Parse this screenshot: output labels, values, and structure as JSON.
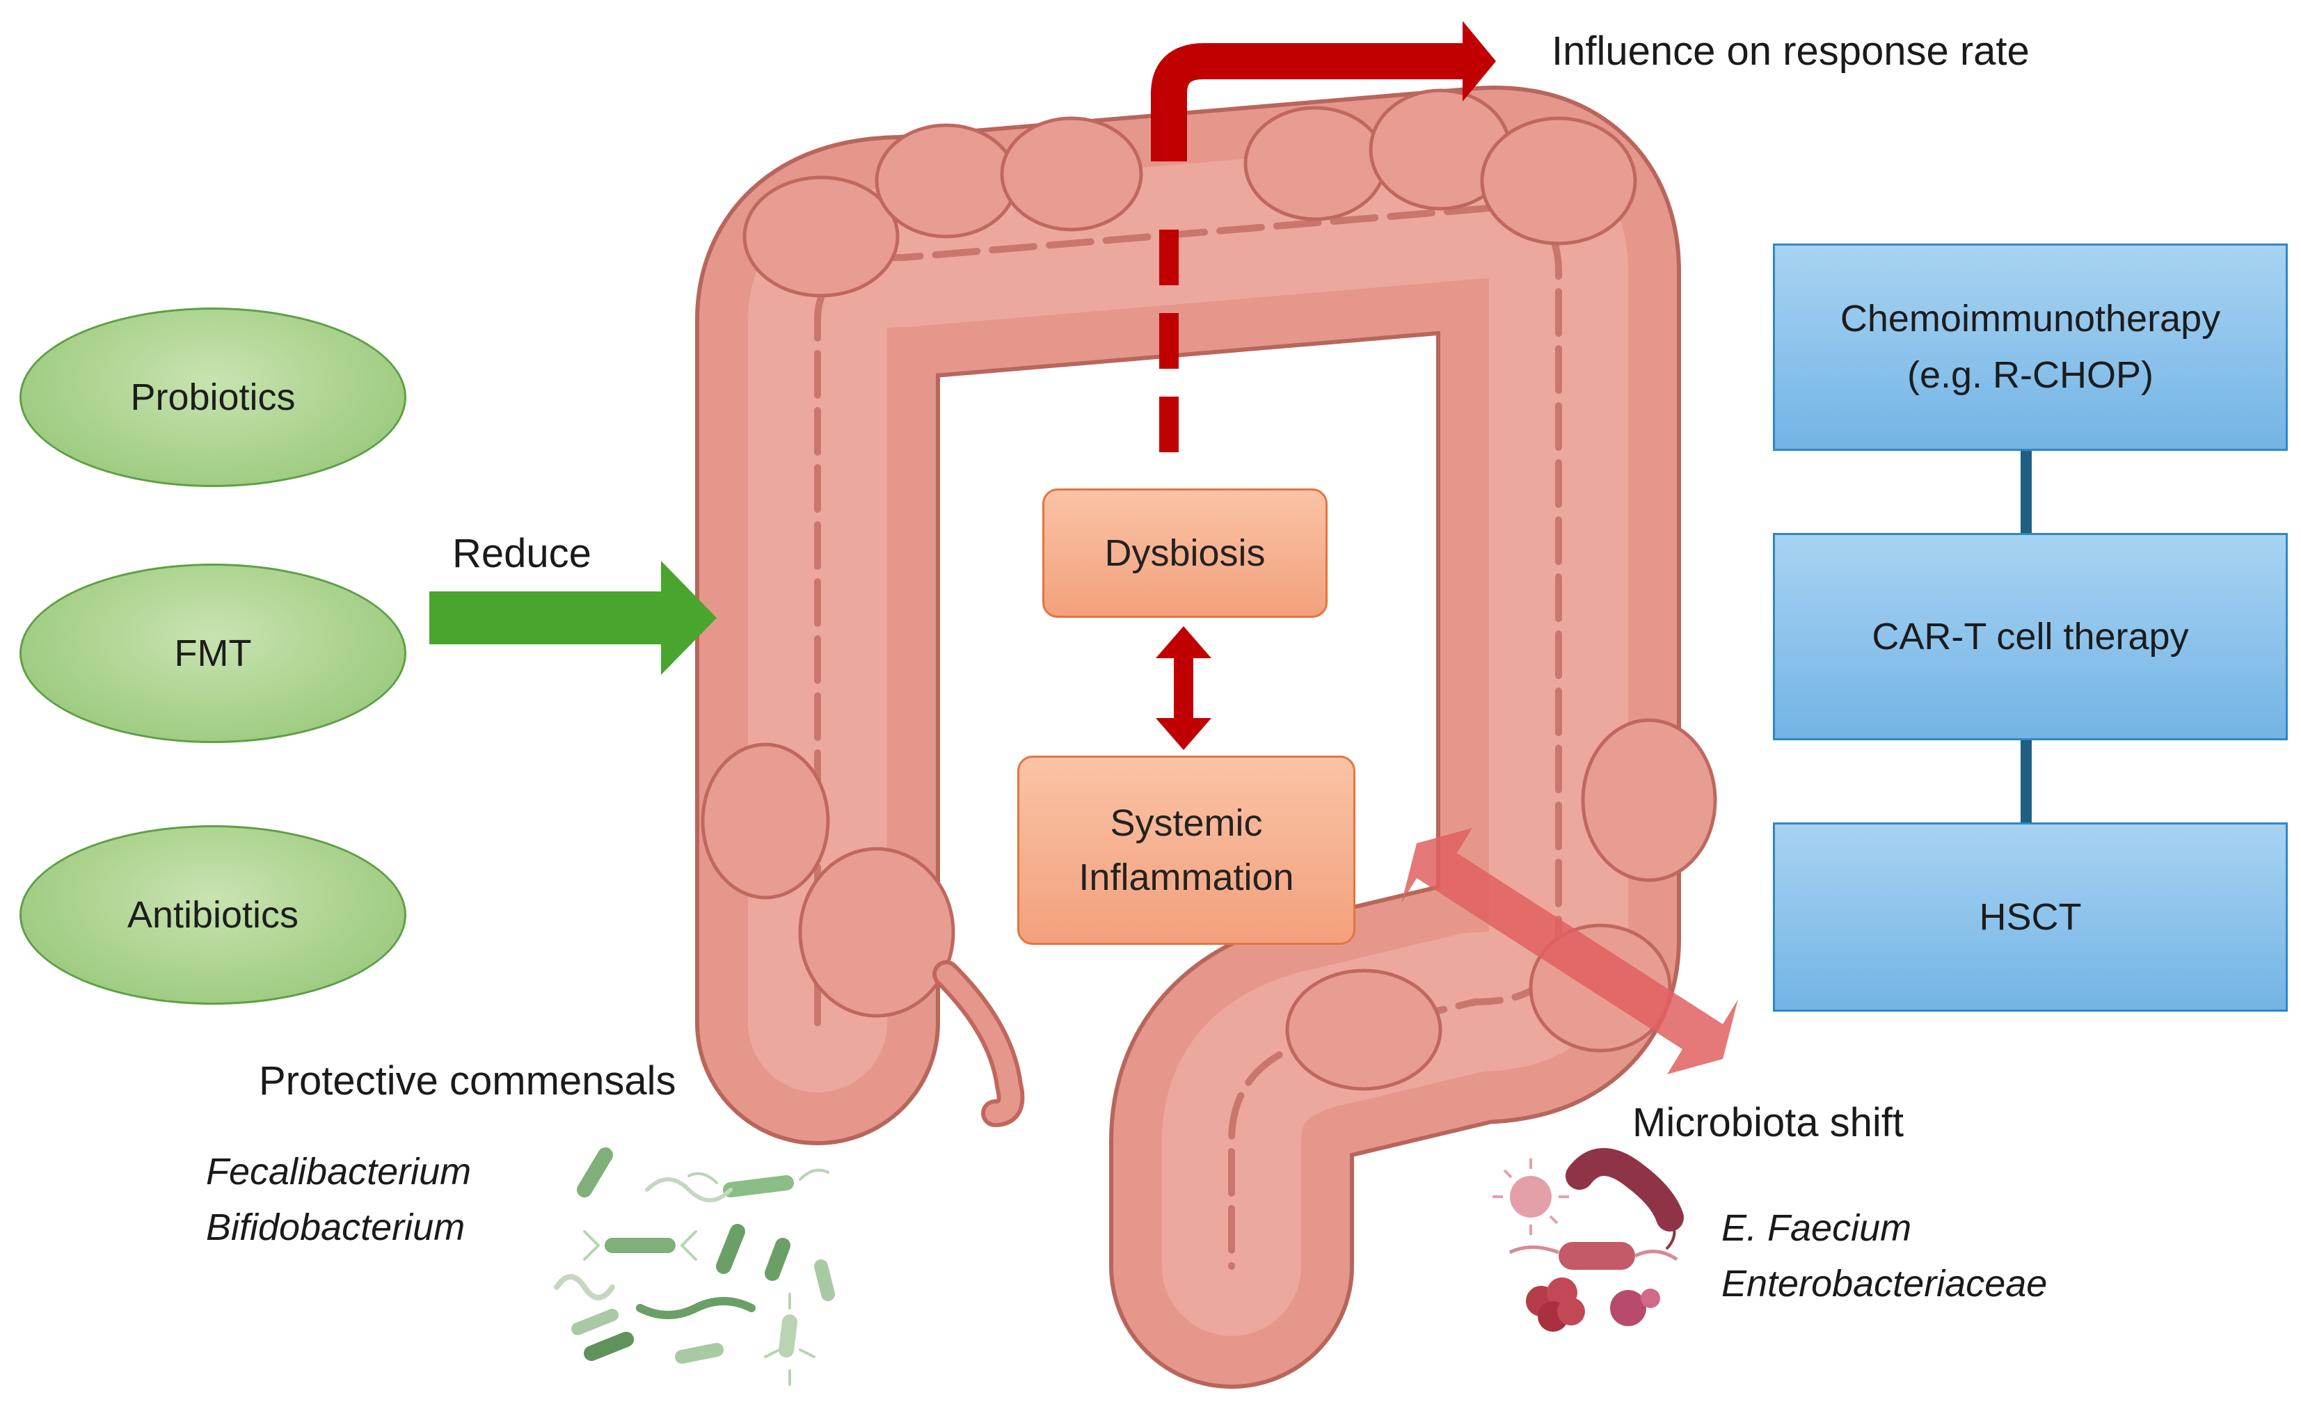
{
  "colors": {
    "colon": "#e6978c",
    "colon_dark": "#c86f64",
    "red_arrow": "#c00000",
    "green_arrow": "#4aa52e",
    "pink_arrow": "#e06060",
    "commensal_green": "#7fb07a",
    "pathogen_red": "#c0485a"
  },
  "interventions": [
    "Probiotics",
    "FMT",
    "Antibiotics"
  ],
  "reduce_label": "Reduce",
  "top_label": "Influence on response rate",
  "center": {
    "dysbiosis": "Dysbiosis",
    "inflammation_line1": "Systemic",
    "inflammation_line2": "Inflammation"
  },
  "therapies": {
    "chemo_line1": "Chemoimmunotherapy",
    "chemo_line2": "(e.g. R-CHOP)",
    "cart": "CAR-T cell therapy",
    "hsct": "HSCT"
  },
  "protective": {
    "title": "Protective commensals",
    "species": [
      "Fecalibacterium",
      "Bifidobacterium"
    ]
  },
  "shift": {
    "title": "Microbiota shift",
    "species": [
      "E. Faecium",
      "Enterobacteriaceae"
    ]
  }
}
